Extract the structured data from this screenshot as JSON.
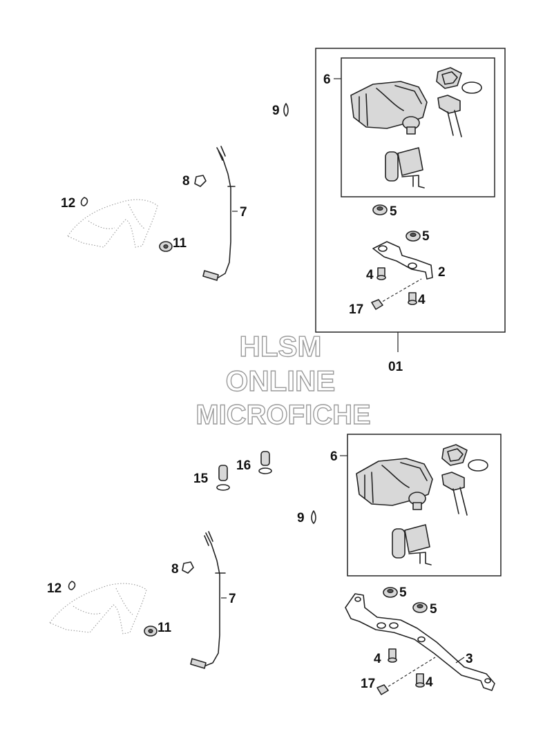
{
  "watermark": {
    "line1": "HLSM",
    "line2": "ONLINE",
    "line3": "MICROFICHE"
  },
  "labels": {
    "group_top": "01",
    "top_6": "6",
    "top_9": "9",
    "top_8": "8",
    "top_7": "7",
    "top_12": "12",
    "top_11": "11",
    "top_5a": "5",
    "top_5b": "5",
    "top_4a": "4",
    "top_2": "2",
    "top_17": "17",
    "top_4b": "4",
    "bot_6": "6",
    "bot_15": "15",
    "bot_16": "16",
    "bot_9": "9",
    "bot_8": "8",
    "bot_7": "7",
    "bot_12": "12",
    "bot_11": "11",
    "bot_5a": "5",
    "bot_5b": "5",
    "bot_3": "3",
    "bot_4a": "4",
    "bot_17": "17",
    "bot_4b": "4"
  }
}
